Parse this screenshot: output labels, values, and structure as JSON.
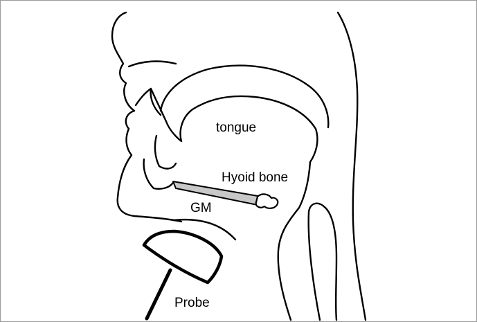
{
  "labels": {
    "tongue": "tongue",
    "hyoid": "Hyoid bone",
    "gm": "GM",
    "probe": "Probe"
  },
  "colors": {
    "outline": "#000000",
    "gm_fill": "#c8c8c8",
    "frame": "#9a9a9a",
    "background": "#ffffff"
  }
}
